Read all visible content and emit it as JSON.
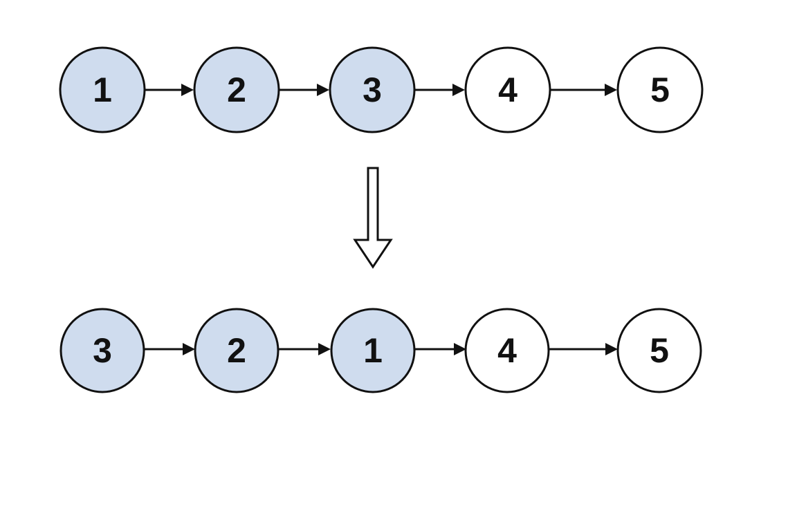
{
  "colors": {
    "highlight_fill": "#cfdcee",
    "plain_fill": "#ffffff",
    "stroke": "#111111"
  },
  "before": {
    "nodes": [
      {
        "label": "1",
        "highlighted": true
      },
      {
        "label": "2",
        "highlighted": true
      },
      {
        "label": "3",
        "highlighted": true
      },
      {
        "label": "4",
        "highlighted": false
      },
      {
        "label": "5",
        "highlighted": false
      }
    ]
  },
  "after": {
    "nodes": [
      {
        "label": "3",
        "highlighted": true
      },
      {
        "label": "2",
        "highlighted": true
      },
      {
        "label": "1",
        "highlighted": true
      },
      {
        "label": "4",
        "highlighted": false
      },
      {
        "label": "5",
        "highlighted": false
      }
    ]
  },
  "transform_icon": "hollow-down-arrow-icon"
}
